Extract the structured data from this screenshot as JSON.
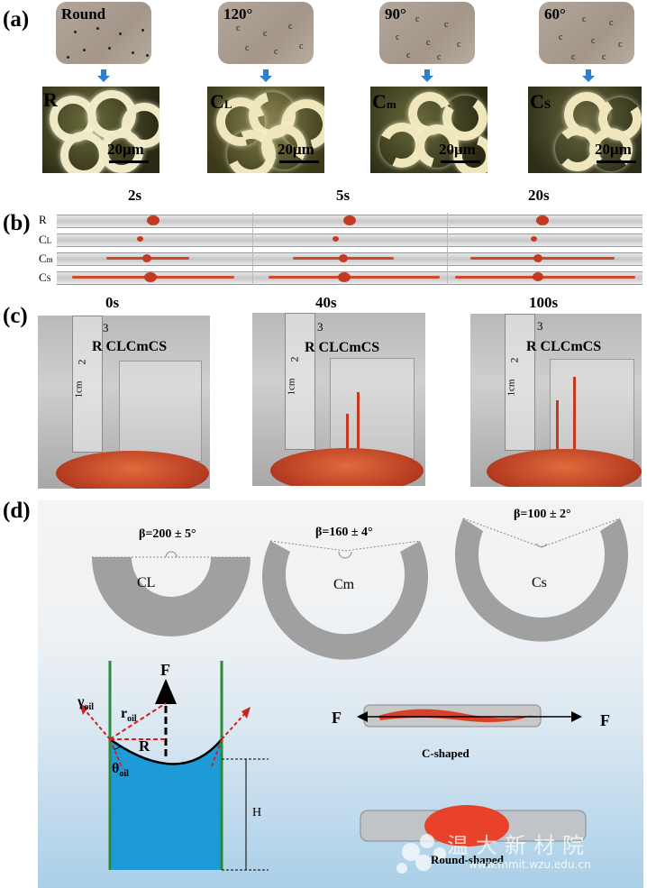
{
  "panels": {
    "a": "(a)",
    "b": "(b)",
    "c": "(c)",
    "d": "(d)"
  },
  "panel_a": {
    "nozzle_labels": [
      "Round",
      "120°",
      "90°",
      "60°"
    ],
    "fiber_labels": [
      "R",
      "C",
      "C",
      "C"
    ],
    "fiber_subs": [
      "",
      "L",
      "m",
      "S"
    ],
    "scale": "20μm"
  },
  "panel_b": {
    "times": [
      "2s",
      "5s",
      "20s"
    ],
    "rows": [
      "R",
      "C",
      "C",
      "C"
    ],
    "row_subs": [
      "",
      "L",
      "m",
      "S"
    ]
  },
  "panel_c": {
    "times": [
      "0s",
      "40s",
      "100s"
    ],
    "fiber_text": "R CLCmCS",
    "ruler_3": "3",
    "ruler_2": "2",
    "ruler_1cm": "1cm"
  },
  "panel_d": {
    "betas": [
      "β=200 ± 5°",
      "β=160 ± 4°",
      "β=100 ± 2°"
    ],
    "shape_labels": [
      "CL",
      "Cm",
      "Cs"
    ],
    "force": "F",
    "gamma": "γ",
    "gamma_sub": "oil",
    "r": "r",
    "r_sub": "oil",
    "R": "R",
    "theta": "θ",
    "theta_sub": "oil",
    "H": "H",
    "c_shaped": "C-shaped",
    "round_shaped": "Round-shaped",
    "watermark_url": "www.mmit.wzu.edu.cn",
    "watermark_cn": "温大新材院"
  },
  "colors": {
    "oil": "#c23a22",
    "water": "#1e9ad6",
    "wall": "#2a8a3a",
    "fiber_gray": "#a0a0a0",
    "arrow_blue": "#2e7fd0"
  }
}
